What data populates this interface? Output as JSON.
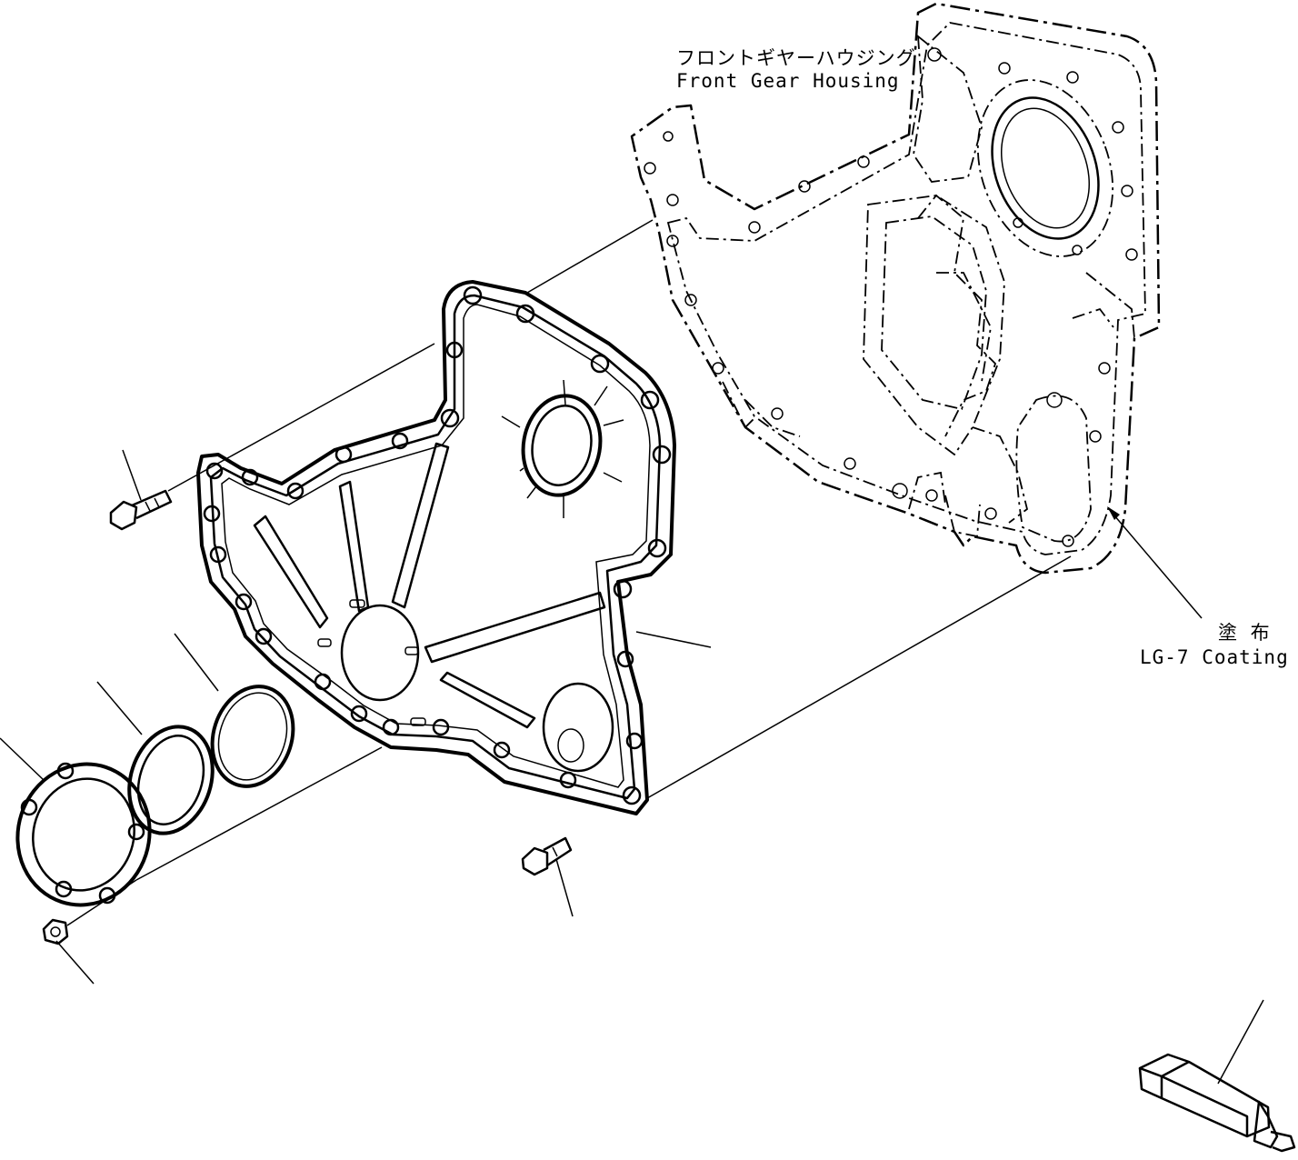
{
  "labels": {
    "housing_jp": "フロントギヤーハウジング",
    "housing_en": "Front Gear Housing",
    "coating_jp": "塗 布",
    "coating_en": "LG-7 Coating"
  }
}
